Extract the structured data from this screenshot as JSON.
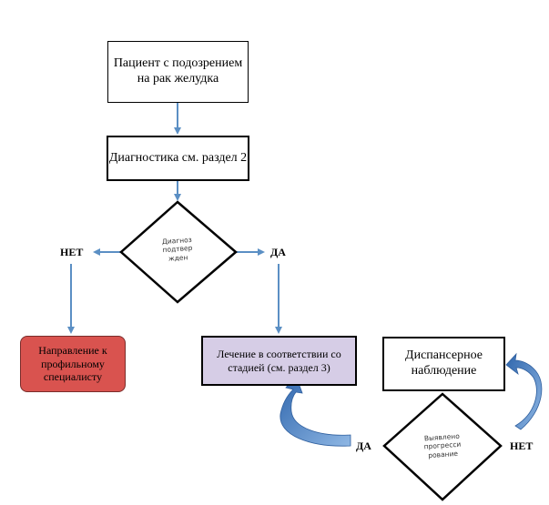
{
  "nodes": {
    "start": "Пациент с подозрением на рак желудка",
    "diagnostics": "Диагностика см. раздел 2",
    "decision_confirmed": "Диагноз подтвер жден",
    "referral": "Направление к профильному специалисту",
    "treatment": "Лечение в соответствии со стадией (см. раздел 3)",
    "followup": "Диспансерное наблюдение",
    "decision_progression": "Выявлено прогресси рование"
  },
  "labels": {
    "no_left": "НЕТ",
    "yes_right": "ДА",
    "yes_bottom": "ДА",
    "no_bottom": "НЕТ"
  },
  "colors": {
    "connector": "#5b8fc4",
    "curved_arrow": "#4a7fc0",
    "referral_fill": "#d9534f",
    "treatment_fill": "#d6cde6"
  }
}
